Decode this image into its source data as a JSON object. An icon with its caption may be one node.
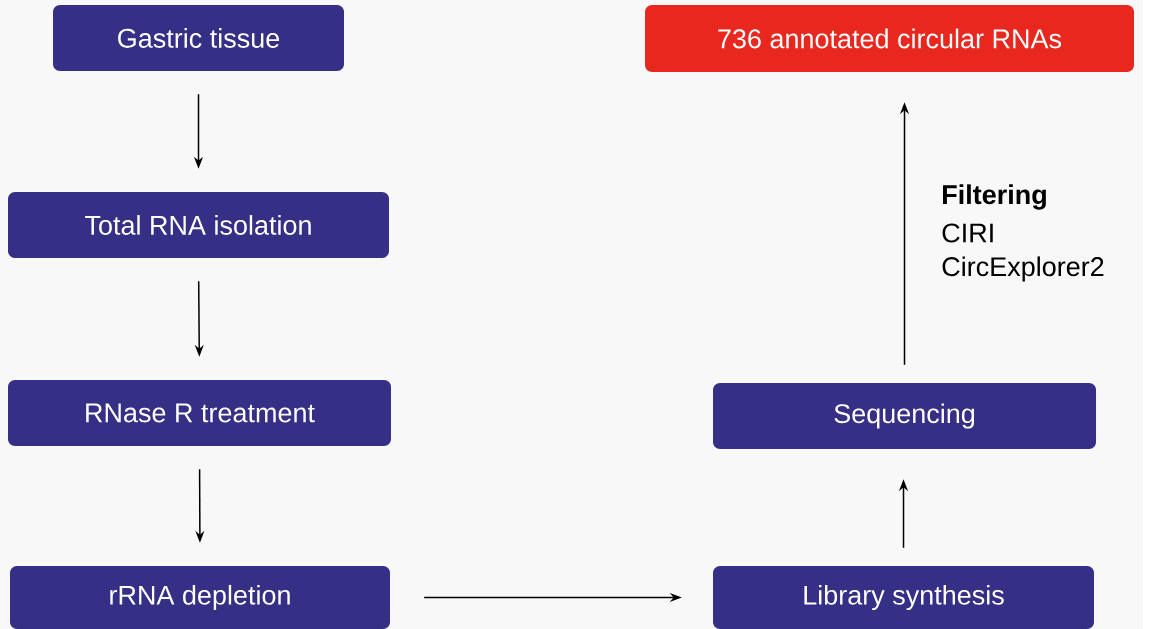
{
  "diagram": {
    "nodes": [
      {
        "text": [
          "Gastric tissue"
        ]
      },
      {
        "text": [
          "Total RNA isolation"
        ]
      },
      {
        "text": [
          "RNase R treatment"
        ]
      },
      {
        "text": [
          "rRNA depletion"
        ]
      },
      {
        "text": [
          "Library synthesis"
        ]
      },
      {
        "text": [
          "Sequencing"
        ]
      },
      {
        "text": [
          "736 annotated circular RNAs"
        ]
      }
    ],
    "edges": [
      {
        "from": 0,
        "to": 1,
        "arrow": "to"
      },
      {
        "from": 1,
        "to": 2,
        "arrow": "to"
      },
      {
        "from": 2,
        "to": 3,
        "arrow": "to"
      },
      {
        "from": 3,
        "to": 4,
        "arrow": "to"
      },
      {
        "from": 4,
        "to": 5,
        "arrow": "to"
      },
      {
        "from": 5,
        "to": 6,
        "arrow": "to",
        "label": "Filtering"
      }
    ],
    "labels": [
      "CIRI",
      "CircExplorer2"
    ]
  }
}
